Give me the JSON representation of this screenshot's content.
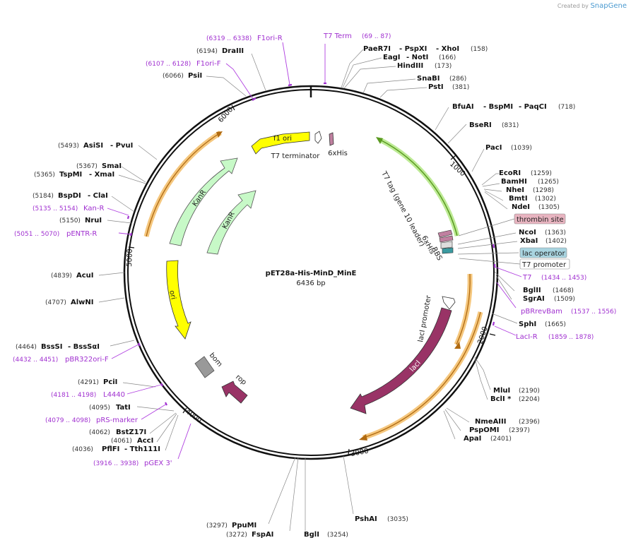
{
  "credit": {
    "created_by": "Created by",
    "brand": "SnapGene"
  },
  "plasmid": {
    "name": "pET28a-His-MinD_MinE",
    "length": "6436 bp"
  },
  "ticks": [
    "1000",
    "2000",
    "3000",
    "4000",
    "5000",
    "6000"
  ],
  "enzymes": [
    {
      "id": "paer7i",
      "name": "PaeR7I",
      "suffix": "- PspXI",
      "suffix2": "- XhoI",
      "pos": "(158)"
    },
    {
      "id": "eagi",
      "name": "EagI",
      "suffix": "- NotI",
      "pos": "(166)"
    },
    {
      "id": "hindiii",
      "name": "HindIII",
      "pos": "(173)"
    },
    {
      "id": "snabi",
      "name": "SnaBI",
      "pos": "(286)"
    },
    {
      "id": "psti",
      "name": "PstI",
      "pos": "(381)"
    },
    {
      "id": "bfuai",
      "name": "BfuAI",
      "suffix": "- BspMI",
      "suffix2": "- PaqCI",
      "pos": "(718)"
    },
    {
      "id": "bseri",
      "name": "BseRI",
      "pos": "(831)"
    },
    {
      "id": "paci",
      "name": "PacI",
      "pos": "(1039)"
    },
    {
      "id": "ecori",
      "name": "EcoRI",
      "pos": "(1259)"
    },
    {
      "id": "bamhi",
      "name": "BamHI",
      "pos": "(1265)"
    },
    {
      "id": "nhei",
      "name": "NheI",
      "pos": "(1298)"
    },
    {
      "id": "bmti",
      "name": "BmtI",
      "pos": "(1302)"
    },
    {
      "id": "ndei",
      "name": "NdeI",
      "pos": "(1305)"
    },
    {
      "id": "ncoi",
      "name": "NcoI",
      "pos": "(1363)"
    },
    {
      "id": "xbai",
      "name": "XbaI",
      "pos": "(1402)"
    },
    {
      "id": "bglii",
      "name": "BglII",
      "pos": "(1468)"
    },
    {
      "id": "sgrai",
      "name": "SgrAI",
      "pos": "(1509)"
    },
    {
      "id": "sphi",
      "name": "SphI",
      "pos": "(1665)"
    },
    {
      "id": "mlui",
      "name": "MluI",
      "pos": "(2190)"
    },
    {
      "id": "bcli",
      "name": "BclI *",
      "pos": "(2204)"
    },
    {
      "id": "nmeaiii",
      "name": "NmeAIII",
      "pos": "(2396)"
    },
    {
      "id": "pspomi",
      "name": "PspOMI",
      "pos": "(2397)"
    },
    {
      "id": "apai",
      "name": "ApaI",
      "pos": "(2401)"
    },
    {
      "id": "pshai",
      "name": "PshAI",
      "pos": "(3035)"
    },
    {
      "id": "bgli",
      "name": "BglI",
      "pos": "(3254)"
    },
    {
      "id": "fspai",
      "name": "FspAI",
      "pos": "(3272)"
    },
    {
      "id": "ppumi",
      "name": "PpuMI",
      "pos": "(3297)"
    },
    {
      "id": "pflfi",
      "name": "PflFI",
      "suffix": "- Tth111I",
      "pos": "(4036)"
    },
    {
      "id": "acci",
      "name": "AccI",
      "pos": "(4061)"
    },
    {
      "id": "bstz17i",
      "name": "BstZ17I",
      "pos": "(4062)"
    },
    {
      "id": "tati",
      "name": "TatI",
      "pos": "(4095)"
    },
    {
      "id": "pcii",
      "name": "PciI",
      "pos": "(4291)"
    },
    {
      "id": "bsssi",
      "name": "BssSI",
      "suffix": "- BssSαI",
      "pos": "(4464)"
    },
    {
      "id": "alwni",
      "name": "AlwNI",
      "pos": "(4707)"
    },
    {
      "id": "acui",
      "name": "AcuI",
      "pos": "(4839)"
    },
    {
      "id": "irui",
      "name": "NruI",
      "pos": "(5150)"
    },
    {
      "id": "bspdi",
      "name": "BspDI",
      "suffix": "- ClaI",
      "pos": "(5184)"
    },
    {
      "id": "tspmi",
      "name": "TspMI",
      "suffix": "- XmaI",
      "pos": "(5365)"
    },
    {
      "id": "smai",
      "name": "SmaI",
      "pos": "(5367)"
    },
    {
      "id": "asisi",
      "name": "AsiSI",
      "suffix": "- PvuI",
      "pos": "(5493)"
    },
    {
      "id": "psii",
      "name": "PsiI",
      "pos": "(6066)"
    },
    {
      "id": "draiii",
      "name": "DraIII",
      "pos": "(6194)"
    }
  ],
  "primers": [
    {
      "id": "t7term",
      "name": "T7 Term",
      "range": "(69 .. 87)"
    },
    {
      "id": "f1orir",
      "name": "F1ori-R",
      "range": "(6319 .. 6338)"
    },
    {
      "id": "f1orif",
      "name": "F1ori-F",
      "range": "(6107 .. 6128)"
    },
    {
      "id": "t7",
      "name": "T7",
      "range": "(1434 .. 1453)"
    },
    {
      "id": "pbrrevbam",
      "name": "pBRrevBam",
      "range": "(1537 .. 1556)"
    },
    {
      "id": "lacir",
      "name": "LacI-R",
      "range": "(1859 .. 1878)"
    },
    {
      "id": "kanr_p",
      "name": "Kan-R",
      "range": "(5135 .. 5154)"
    },
    {
      "id": "pentrr",
      "name": "pENTR-R",
      "range": "(5051 .. 5070)"
    },
    {
      "id": "pbr322orif",
      "name": "pBR322ori-F",
      "range": "(4432 .. 4451)"
    },
    {
      "id": "l4440",
      "name": "L4440",
      "range": "(4181 .. 4198)"
    },
    {
      "id": "prsmarker",
      "name": "pRS-marker",
      "range": "(4079 .. 4098)"
    },
    {
      "id": "pgex3",
      "name": "pGEX 3'",
      "range": "(3916 .. 3938)"
    }
  ],
  "boxed": {
    "thrombin": "thrombin site",
    "lacop": "lac operator",
    "t7prom": "T7 promoter"
  },
  "features": {
    "f1ori": "f1 ori",
    "t7terminator": "T7 terminator",
    "his6_top": "6xHis",
    "t7tag": "T7 tag (gene 10 leader)",
    "his6_mid": "6xHis",
    "rbs": "RBS",
    "laci_promoter": "lacI promoter",
    "laci": "lacI",
    "kanr1": "KanR",
    "kanr2": "KanR",
    "ori": "ori",
    "bom": "bom",
    "rop": "rop"
  },
  "colors": {
    "f1ori": "#ffff00",
    "kanr": "#c7f9c7",
    "laci": "#993366",
    "rop": "#993366",
    "t7tag": "#ffffff",
    "highlight_orange": "#f5c77e",
    "highlight_green": "#b6e88a",
    "bom": "#999999",
    "primer": "#a030d0"
  }
}
